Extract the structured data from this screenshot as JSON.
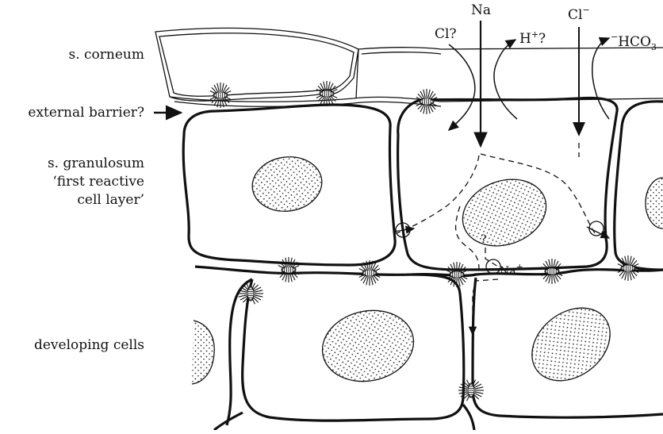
{
  "labels": {
    "corneum": "s. corneum",
    "barrier": "external barrier?",
    "granulosum_1": "s. granulosum",
    "granulosum_2": "‘first reactive",
    "granulosum_3": "cell layer’",
    "developing": "developing cells"
  },
  "ions": {
    "na": "Na",
    "cl_q": "Cl?",
    "h": "H",
    "h_sup": "+",
    "h_q": "?",
    "cl": "Cl",
    "cl_sup": "−",
    "hco3_minus": "−",
    "hco3": "HCO",
    "hco3_sub": "3",
    "question": "?",
    "na_small": "Na",
    "na_small_sup": "+"
  }
}
